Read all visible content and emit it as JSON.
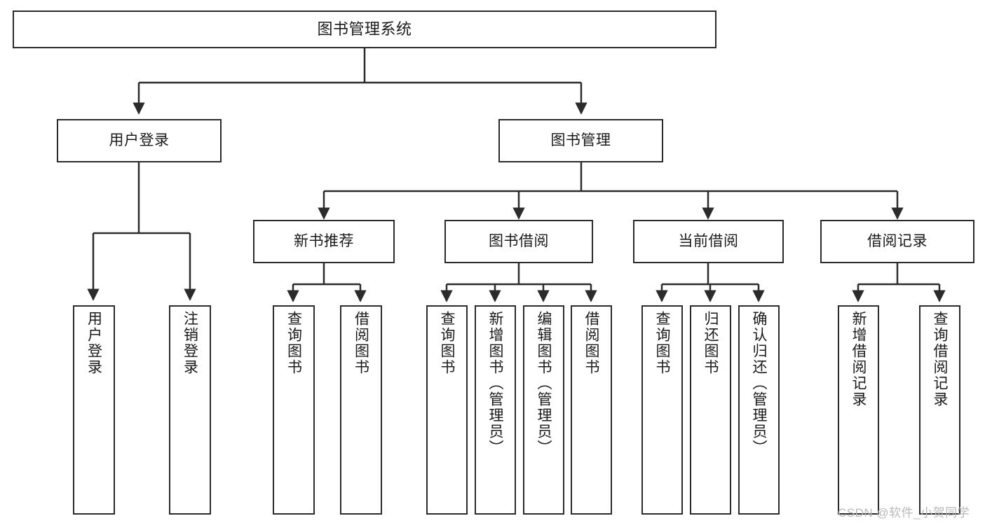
{
  "diagram": {
    "title": "图书管理系统",
    "type": "tree-hierarchy",
    "colors": {
      "box_border": "#2b2b2b",
      "box_fill": "#ffffff",
      "connector": "#2b2b2b",
      "text": "#1a1a1a",
      "watermark": "#b9b9b9"
    },
    "root": {
      "label": "图书管理系统"
    },
    "level2": [
      {
        "label": "用户登录"
      },
      {
        "label": "图书管理"
      }
    ],
    "level3": [
      {
        "label": "新书推荐"
      },
      {
        "label": "图书借阅"
      },
      {
        "label": "当前借阅"
      },
      {
        "label": "借阅记录"
      }
    ],
    "leaves": {
      "user_login": [
        {
          "label": "用户登录"
        },
        {
          "label": "注销登录"
        }
      ],
      "new_book_recommend": [
        {
          "label": "查询图书"
        },
        {
          "label": "借阅图书"
        }
      ],
      "book_borrow": [
        {
          "label": "查询图书"
        },
        {
          "label": "新增图书（管理员）"
        },
        {
          "label": "编辑图书（管理员）"
        },
        {
          "label": "借阅图书"
        }
      ],
      "current_borrow": [
        {
          "label": "查询图书"
        },
        {
          "label": "归还图书"
        },
        {
          "label": "确认归还（管理员）"
        }
      ],
      "borrow_record": [
        {
          "label": "新增借阅记录"
        },
        {
          "label": "查询借阅记录"
        }
      ]
    }
  },
  "watermark": {
    "text": "CSDN @软件_小贺同学"
  }
}
